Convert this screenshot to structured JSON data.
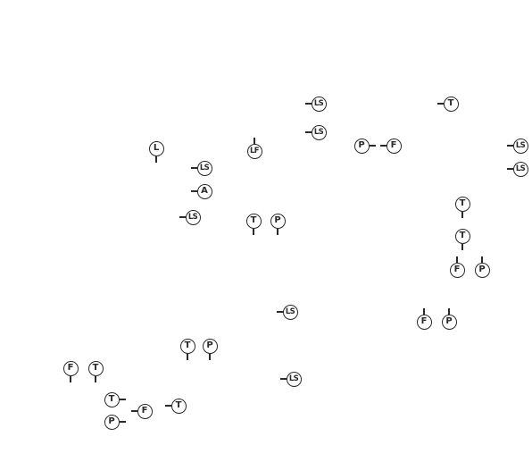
{
  "colors": {
    "stroke": "#2a2a2a",
    "background": "#ffffff"
  },
  "symbols": [
    {
      "label": "LS"
    },
    {
      "label": "T"
    },
    {
      "label": "LS"
    },
    {
      "label": "P"
    },
    {
      "label": "F"
    },
    {
      "label": "LS"
    },
    {
      "label": "L"
    },
    {
      "label": "LF"
    },
    {
      "label": "LS"
    },
    {
      "label": "LS"
    },
    {
      "label": "A"
    },
    {
      "label": "LS"
    },
    {
      "label": "T"
    },
    {
      "label": "P"
    },
    {
      "label": "T"
    },
    {
      "label": "T"
    },
    {
      "label": "F"
    },
    {
      "label": "P"
    },
    {
      "label": "LS"
    },
    {
      "label": "F"
    },
    {
      "label": "P"
    },
    {
      "label": "T"
    },
    {
      "label": "P"
    },
    {
      "label": "F"
    },
    {
      "label": "T"
    },
    {
      "label": "LS"
    },
    {
      "label": "T"
    },
    {
      "label": "F"
    },
    {
      "label": "T"
    },
    {
      "label": "P"
    }
  ]
}
